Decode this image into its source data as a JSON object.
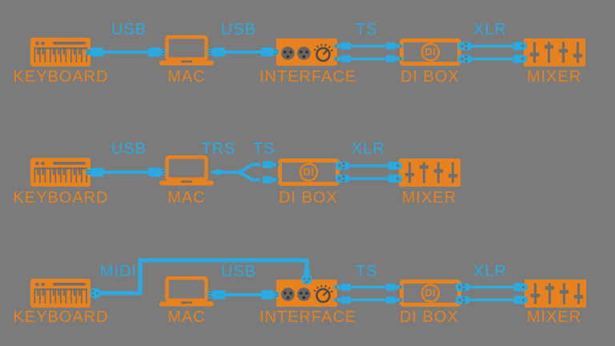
{
  "palette": {
    "background": "#7b7b7b",
    "device_color": "#e8821e",
    "cable_color": "#29abe2"
  },
  "rows": [
    {
      "devices": [
        {
          "icon": "keyboard",
          "label": "KEYBOARD"
        },
        {
          "icon": "laptop",
          "label": "MAC"
        },
        {
          "icon": "audio-interface",
          "label": "INTERFACE"
        },
        {
          "icon": "di-box",
          "label": "DI BOX",
          "badge": "DI"
        },
        {
          "icon": "mixer",
          "label": "MIXER"
        }
      ],
      "cable_labels": [
        "USB",
        "USB",
        "TS",
        "XLR"
      ]
    },
    {
      "devices": [
        {
          "icon": "keyboard",
          "label": "KEYBOARD"
        },
        {
          "icon": "laptop",
          "label": "MAC"
        },
        {
          "icon": "di-box",
          "label": "DI BOX",
          "badge": "DI"
        },
        {
          "icon": "mixer",
          "label": "MIXER"
        }
      ],
      "cable_labels": [
        "USB",
        "TRS",
        "TS",
        "XLR"
      ]
    },
    {
      "devices": [
        {
          "icon": "keyboard",
          "label": "KEYBOARD"
        },
        {
          "icon": "laptop",
          "label": "MAC"
        },
        {
          "icon": "audio-interface",
          "label": "INTERFACE"
        },
        {
          "icon": "di-box",
          "label": "DI BOX",
          "badge": "DI"
        },
        {
          "icon": "mixer",
          "label": "MIXER"
        }
      ],
      "cable_labels": [
        "MIDI",
        "USB",
        "TS",
        "XLR"
      ]
    }
  ]
}
